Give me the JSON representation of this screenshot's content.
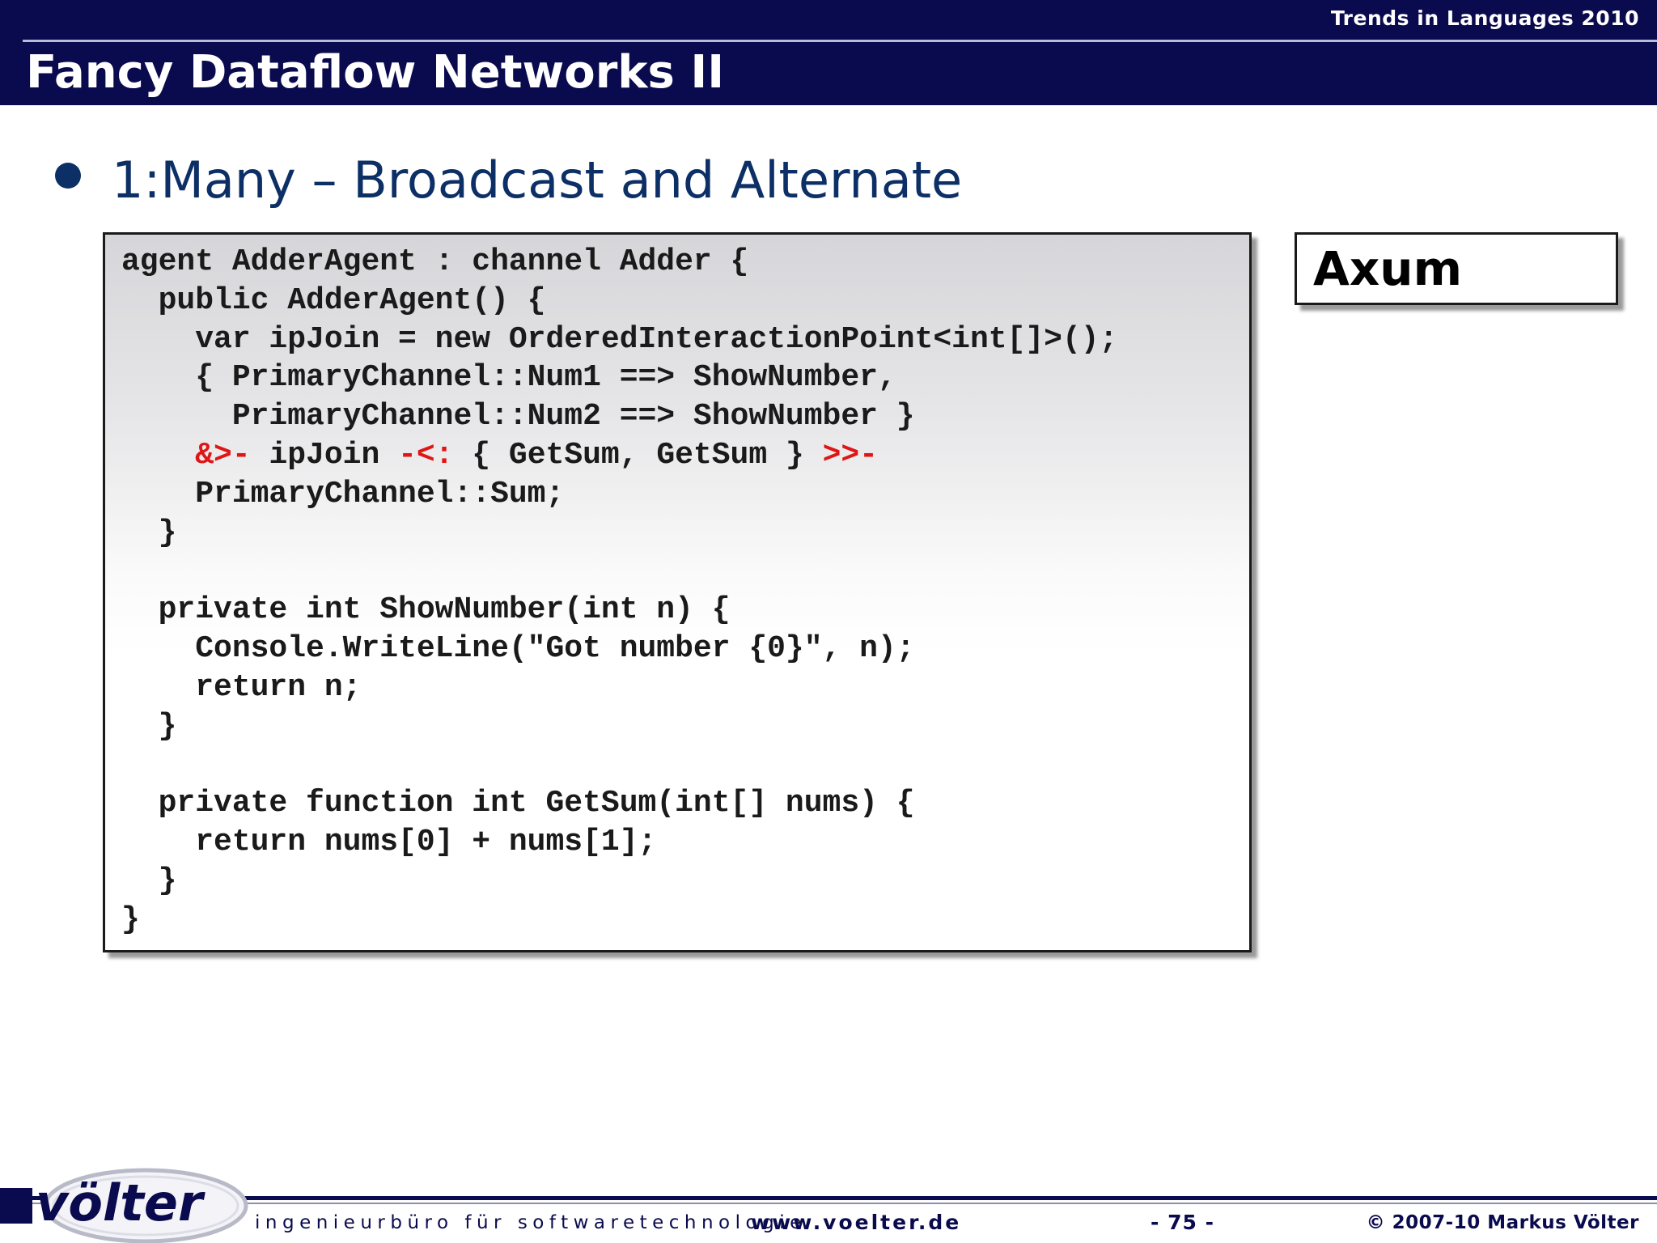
{
  "header": {
    "conference": "Trends in Languages 2010",
    "title": "Fancy Dataflow Networks II"
  },
  "bullet": {
    "text": "1:Many – Broadcast and Alternate"
  },
  "code": {
    "lines": [
      [
        {
          "t": "agent AdderAgent : channel Adder {"
        }
      ],
      [
        {
          "t": "  public AdderAgent() {"
        }
      ],
      [
        {
          "t": "    var ipJoin = new OrderedInteractionPoint<int[]>();"
        }
      ],
      [
        {
          "t": "    { PrimaryChannel::Num1 ==> ShowNumber,"
        }
      ],
      [
        {
          "t": "      PrimaryChannel::Num2 ==> ShowNumber }"
        }
      ],
      [
        {
          "t": "    "
        },
        {
          "t": "&>-",
          "hl": true
        },
        {
          "t": " ipJoin "
        },
        {
          "t": "-<:",
          "hl": true
        },
        {
          "t": " { GetSum, GetSum } "
        },
        {
          "t": ">>-",
          "hl": true
        }
      ],
      [
        {
          "t": "    PrimaryChannel::Sum;"
        }
      ],
      [
        {
          "t": "  }"
        }
      ],
      [
        {
          "t": ""
        }
      ],
      [
        {
          "t": "  private int ShowNumber(int n) {"
        }
      ],
      [
        {
          "t": "    Console.WriteLine(\"Got number {0}\", n);"
        }
      ],
      [
        {
          "t": "    return n;"
        }
      ],
      [
        {
          "t": "  }"
        }
      ],
      [
        {
          "t": ""
        }
      ],
      [
        {
          "t": "  private function int GetSum(int[] nums) {"
        }
      ],
      [
        {
          "t": "    return nums[0] + nums[1];"
        }
      ],
      [
        {
          "t": "  }"
        }
      ],
      [
        {
          "t": "}"
        }
      ]
    ],
    "highlight_color": "#e01616"
  },
  "side_label": "Axum",
  "footer": {
    "logo_text": "völter",
    "tagline": "ingenieurbüro für softwaretechnologie",
    "website": "www.voelter.de",
    "page": "- 75 -",
    "copyright": "© 2007-10 Markus Völter"
  },
  "colors": {
    "header_bg": "#0a0a4e",
    "bullet_text": "#0c2f66",
    "highlight": "#e01616"
  }
}
